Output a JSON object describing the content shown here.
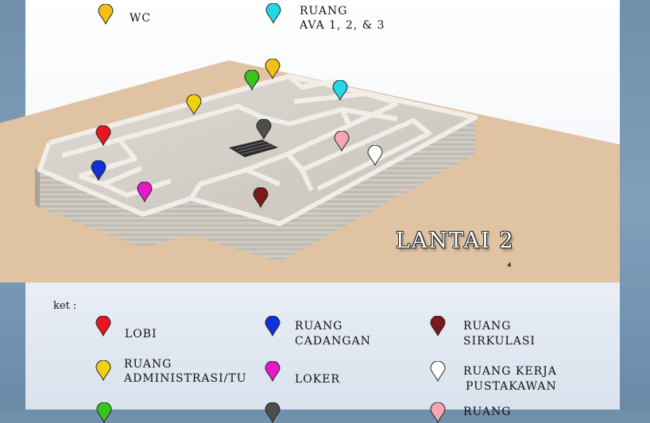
{
  "colors": {
    "lobi": "#e8141e",
    "administrasi": "#f2d20e",
    "green": "#3ac41f",
    "cadangan": "#1030d8",
    "loker": "#e818c8",
    "grey": "#4e4e4e",
    "sirkulasi": "#7a1a1a",
    "kerja_pustakawan": "#ffffff",
    "pink": "#f6a8b8",
    "wc": "#f2c019",
    "ava": "#22d8e8"
  },
  "top_legend": {
    "wc": "WC",
    "ava_line1": "RUANG",
    "ava_line2": "AVA 1, 2, & 3"
  },
  "floor_label": "LANTAI 2",
  "legend": {
    "ket": "ket :",
    "lobi": "LOBI",
    "administrasi_line1": "RUANG",
    "administrasi_line2": "ADMINISTRASI/TU",
    "cadangan_line1": "RUANG",
    "cadangan_line2": "CADANGAN",
    "loker": "LOKER",
    "sirkulasi_line1": "RUANG",
    "sirkulasi_line2": "SIRKULASI",
    "kerja_line1": "RUANG  KERJA",
    "kerja_line2": "PUSTAKAWAN",
    "pink_partial": "RUANG"
  }
}
